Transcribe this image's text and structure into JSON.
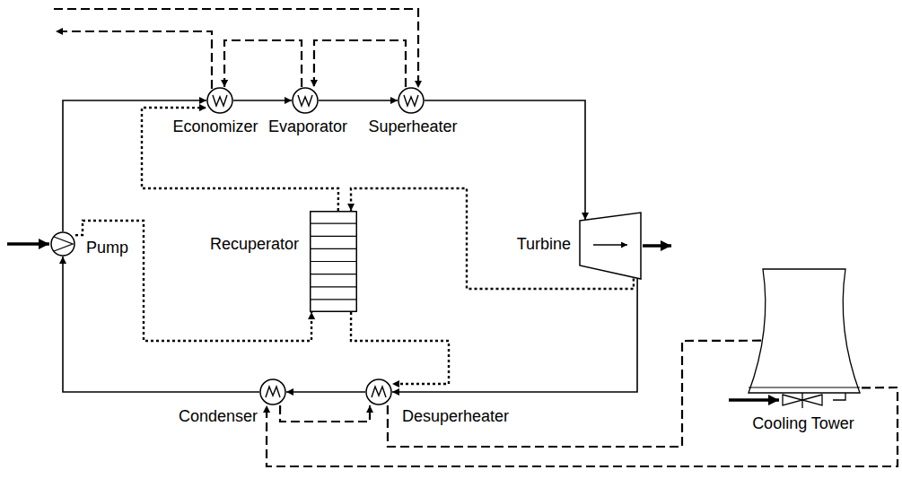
{
  "diagram": {
    "nodes": [
      {
        "text": [
          "Economizer"
        ]
      },
      {
        "text": [
          "Evaporator"
        ]
      },
      {
        "text": [
          "Superheater"
        ]
      },
      {
        "text": [
          "Pump"
        ]
      },
      {
        "text": [
          "Recuperator"
        ]
      },
      {
        "text": [
          "Turbine"
        ]
      },
      {
        "text": [
          "Condenser"
        ]
      },
      {
        "text": [
          "Desuperheater"
        ]
      },
      {
        "text": [
          "Cooling Tower"
        ]
      }
    ],
    "edges": [
      {
        "from": 3,
        "to": 0,
        "arrow": "to"
      },
      {
        "from": 0,
        "to": 1,
        "arrow": "to"
      },
      {
        "from": 1,
        "to": 2,
        "arrow": "to"
      },
      {
        "from": 2,
        "to": 5,
        "arrow": "to"
      },
      {
        "from": 5,
        "to": 7,
        "arrow": "to"
      },
      {
        "from": 7,
        "to": 6,
        "arrow": "to"
      },
      {
        "from": 6,
        "to": 3,
        "arrow": "to"
      },
      {
        "from": 3,
        "to": 4,
        "arrow": "to"
      },
      {
        "from": 4,
        "to": 0,
        "arrow": "to"
      },
      {
        "from": 5,
        "to": 4,
        "arrow": "to"
      },
      {
        "from": 4,
        "to": 7,
        "arrow": "to"
      },
      {
        "from": 8,
        "to": 6,
        "arrow": "to"
      },
      {
        "from": 6,
        "to": 7,
        "arrow": "to"
      },
      {
        "from": 7,
        "to": 8,
        "arrow": "to"
      },
      {
        "from": 2,
        "to": 1,
        "arrow": "to"
      },
      {
        "from": 1,
        "to": 0,
        "arrow": "to"
      }
    ]
  }
}
